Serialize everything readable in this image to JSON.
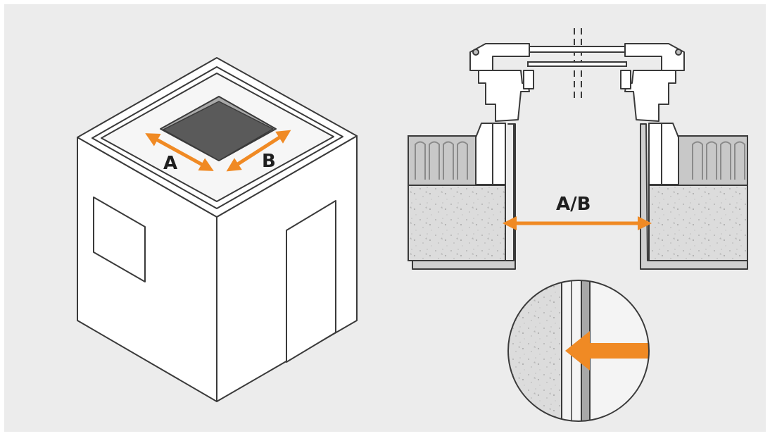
{
  "labels": {
    "dim_a": "A",
    "dim_b": "B",
    "dim_ab": "A/B"
  },
  "colors": {
    "background": "#ececec",
    "accent": "#f08a24",
    "line": "#3a3a3a",
    "opening": "#5a5a5a",
    "concrete": "#d9d9d9",
    "insulation": "#c8c8c8"
  },
  "icons": {
    "building": "isometric-building-icon",
    "window": "window-icon",
    "door": "door-icon",
    "skylight_section": "rooflight-section-icon",
    "detail": "magnifier-detail-icon"
  }
}
